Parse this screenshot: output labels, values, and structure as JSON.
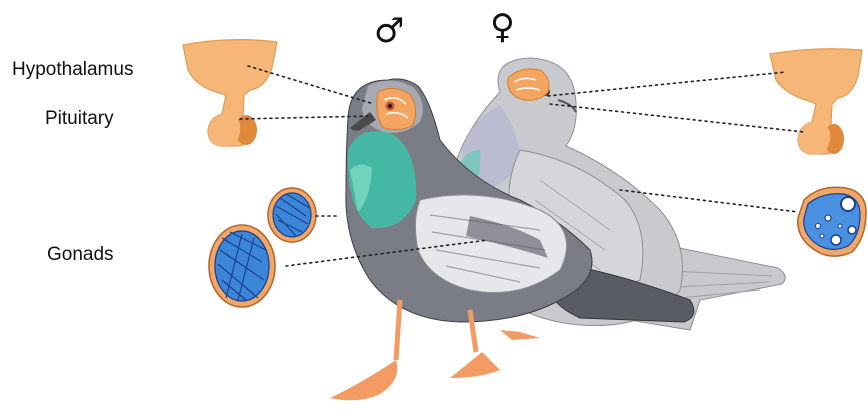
{
  "labels": {
    "hypothalamus": "Hypothalamus",
    "pituitary": "Pituitary",
    "gonads": "Gonads"
  },
  "symbols": {
    "male": "♂",
    "female": "♀"
  },
  "colors": {
    "organ": "#f6b678",
    "organ_dark": "#c96a1c",
    "gonad_blue": "#3b86d6",
    "gonad_dark": "#1d3f8f",
    "pigeon_grey": "#b9bbc1",
    "pigeon_dark": "#4a4c55",
    "teal": "#3bbfa8",
    "feet": "#f49a63",
    "leader": "#222222"
  }
}
